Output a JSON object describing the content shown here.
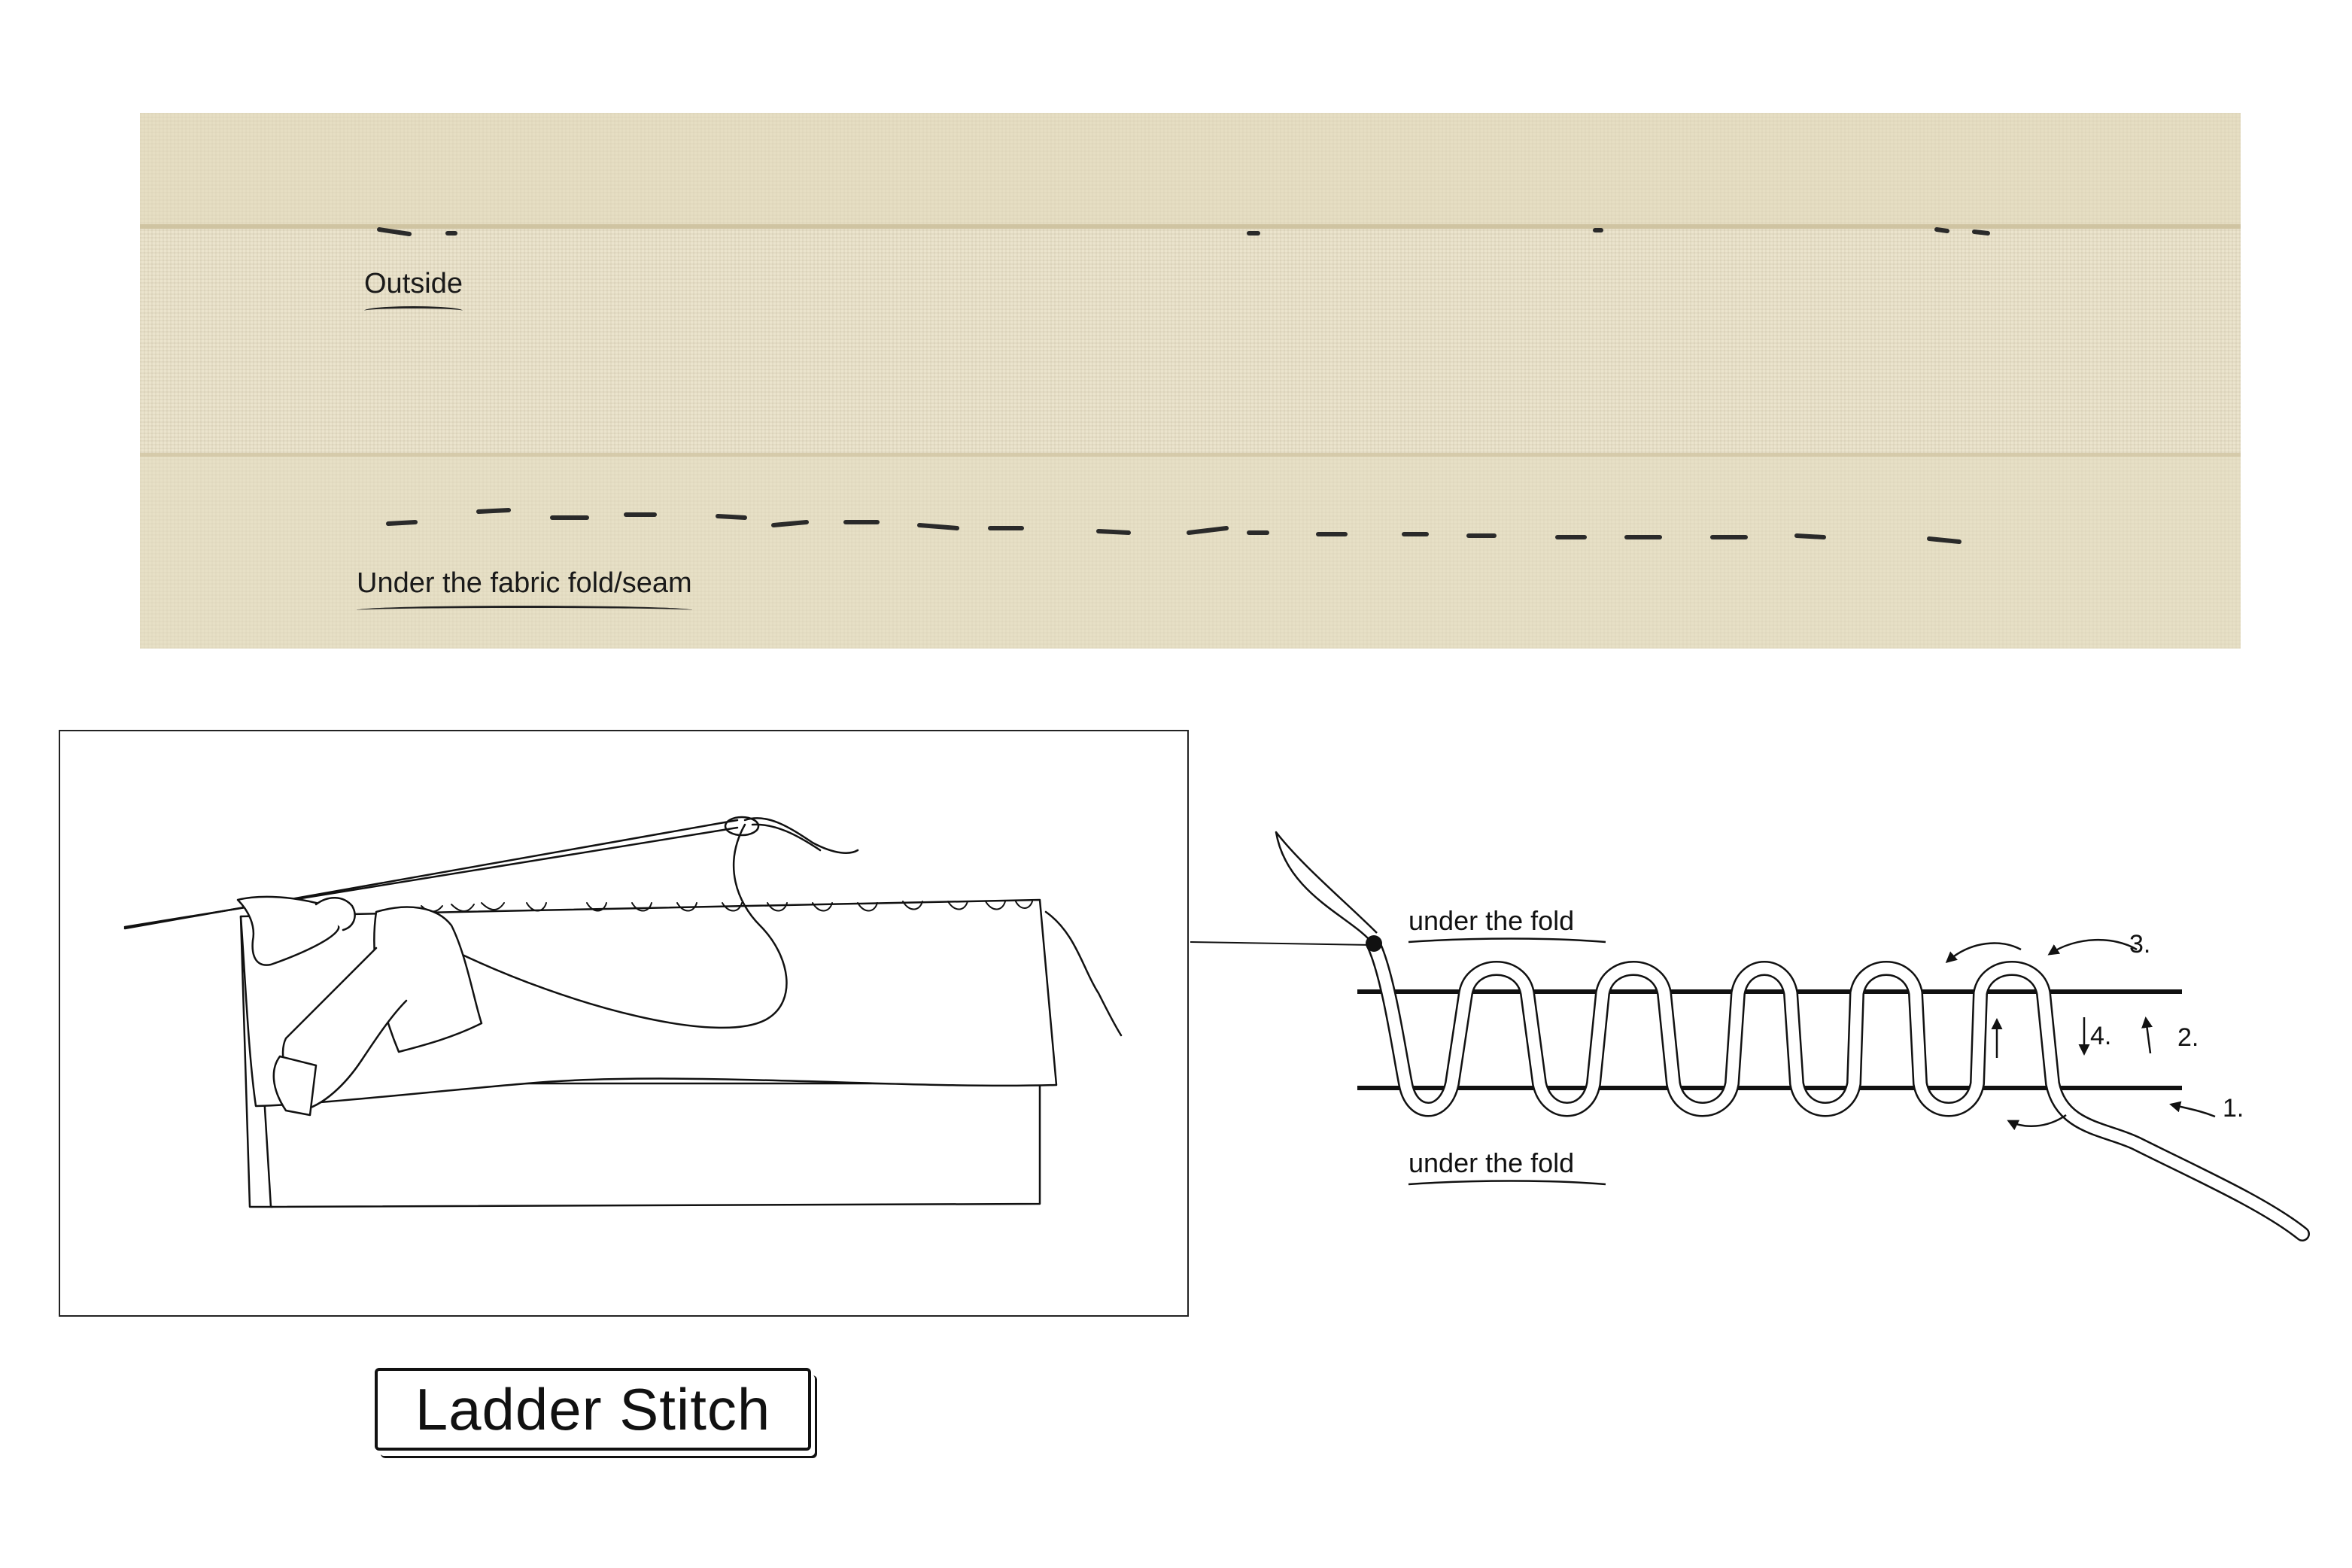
{
  "photo": {
    "label_outside": "Outside",
    "label_under": "Under the fabric fold/seam"
  },
  "diagram": {
    "label_top": "under the fold",
    "label_bottom": "under the fold",
    "steps": [
      "1.",
      "2.",
      "3.",
      "4."
    ]
  },
  "title": "Ladder Stitch",
  "colors": {
    "fabric": "#ebe4cd",
    "ink": "#111111"
  }
}
